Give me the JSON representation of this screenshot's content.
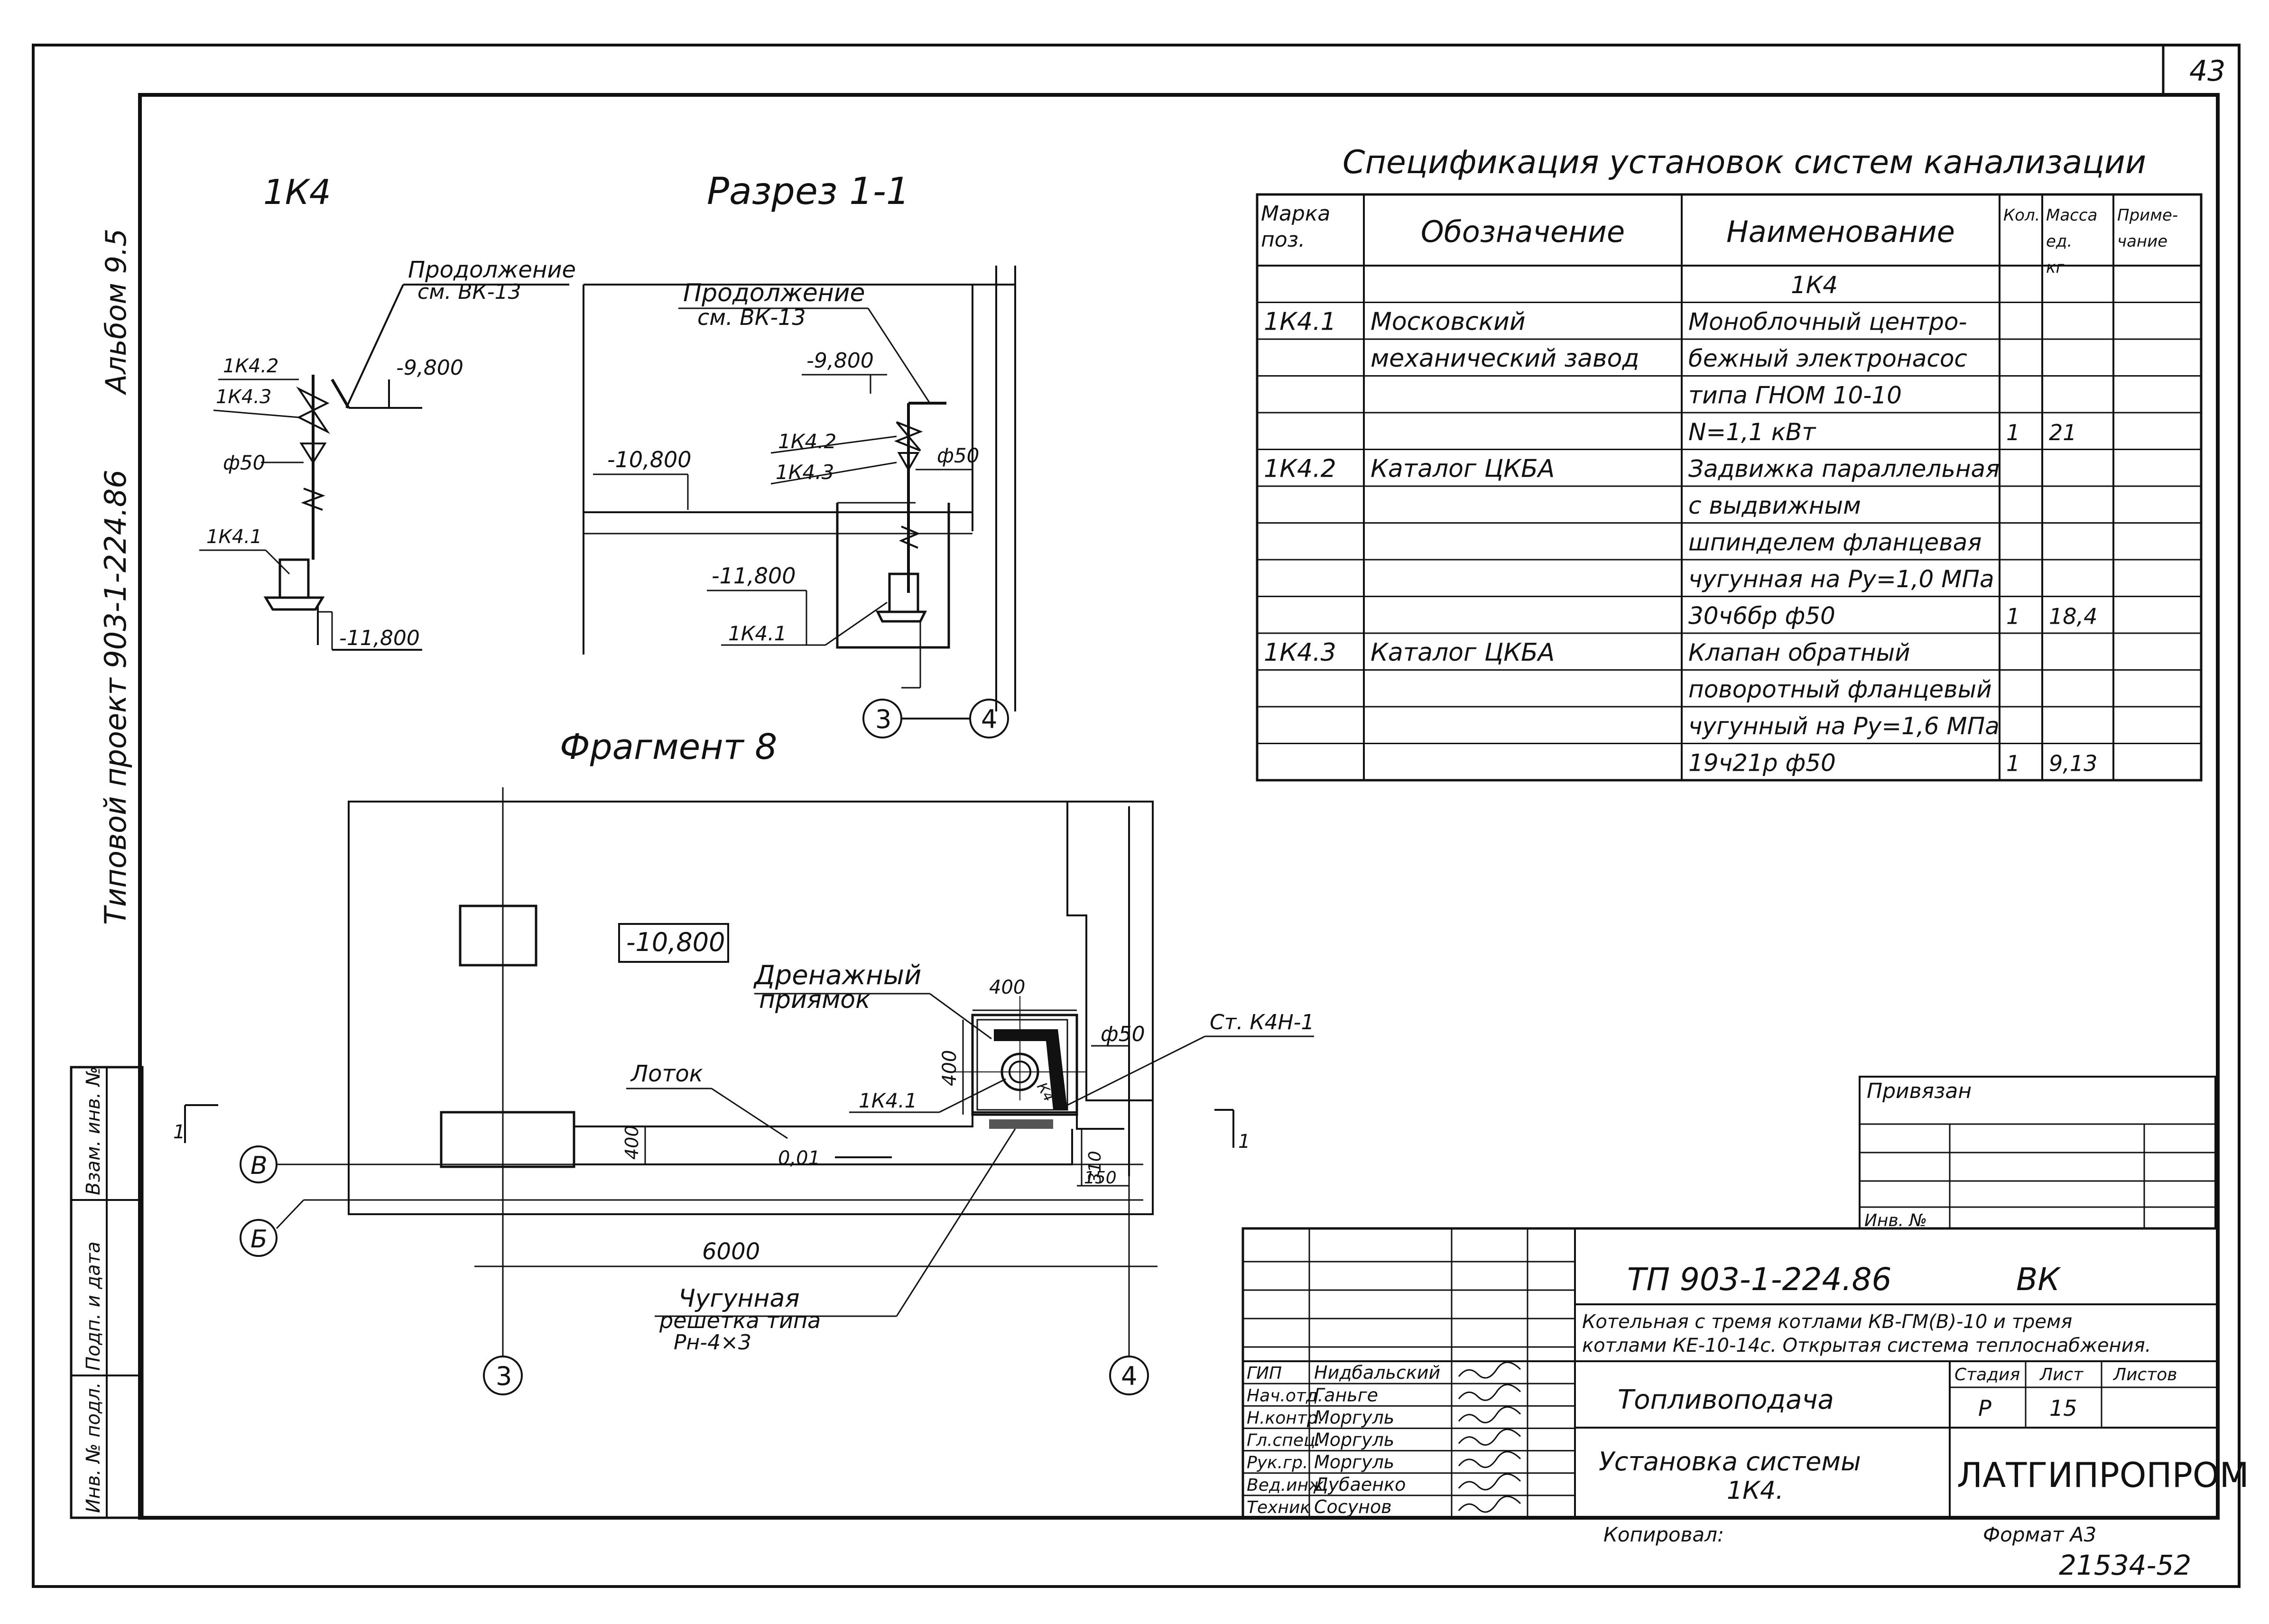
{
  "sheet": {
    "page_number": "43",
    "album": "Альбом 9.5",
    "project": "Типовой проект 903-1-224.86"
  },
  "left_stamp": {
    "inv_orig": "Инв. № подл.",
    "sign_date": "Подп. и дата",
    "vzam_inv": "Взам. инв. №"
  },
  "view_1k4": {
    "title": "1К4",
    "continuation": "Продолжение",
    "continuation_ref": "см. ВК-13",
    "level_top": "-9,800",
    "level_bottom": "-11,800",
    "labels": [
      "1К4.2",
      "1К4.3",
      "ф50",
      "1К4.1"
    ]
  },
  "section_1_1": {
    "title": "Разрез 1-1",
    "continuation": "Продолжение",
    "continuation_ref": "см. ВК-13",
    "level_top": "-9,800",
    "level_floor": "-10,800",
    "level_pit": "-11,800",
    "labels": [
      "1К4.2",
      "1К4.3",
      "ф50",
      "1К4.1"
    ],
    "axis_3": "3",
    "axis_4": "4"
  },
  "fragment_8": {
    "title": "Фрагмент 8",
    "level": "-10,800",
    "pit_label_1": "Дренажный",
    "pit_label_2": "приямок",
    "dim_400_a": "400",
    "dim_400_b": "400",
    "pipe_d": "ф50",
    "riser": "Ст. К4Н-1",
    "tray": "Лоток",
    "pump": "1К4.1",
    "pump_short": "К4",
    "dim_400_c": "400",
    "slope": "0,01",
    "dim_310": "310",
    "dim_150": "150",
    "axis_V": "В",
    "axis_B": "Б",
    "dim_6000": "6000",
    "axis_3": "3",
    "axis_4": "4",
    "grate_1": "Чугунная",
    "grate_2": "решетка типа",
    "grate_3": "Рн-4×3",
    "section_mark_left": "1",
    "section_mark_right": "1"
  },
  "spec": {
    "title": "Спецификация установок систем канализации",
    "headers": [
      "Марка поз.",
      "Обозначение",
      "Наименование",
      "Кол.",
      "Масса ед. кг",
      "Приме- чание"
    ],
    "rows": [
      [
        "",
        "",
        "1К4",
        "",
        "",
        ""
      ],
      [
        "1К4.1",
        "Московский",
        "Моноблочный центро-",
        "",
        "",
        ""
      ],
      [
        "",
        "механический завод",
        "бежный электронасос",
        "",
        "",
        ""
      ],
      [
        "",
        "",
        "типа ГНОМ 10-10",
        "",
        "",
        ""
      ],
      [
        "",
        "",
        "N=1,1 кВт",
        "1",
        "21",
        ""
      ],
      [
        "1К4.2",
        "Каталог ЦКБА",
        "Задвижка параллельная",
        "",
        "",
        ""
      ],
      [
        "",
        "",
        "с выдвижным",
        "",
        "",
        ""
      ],
      [
        "",
        "",
        "шпинделем фланцевая",
        "",
        "",
        ""
      ],
      [
        "",
        "",
        "чугунная на Ру=1,0 МПа",
        "",
        "",
        ""
      ],
      [
        "",
        "",
        "30ч6бр ф50",
        "1",
        "18,4",
        ""
      ],
      [
        "1К4.3",
        "Каталог ЦКБА",
        "Клапан обратный",
        "",
        "",
        ""
      ],
      [
        "",
        "",
        "поворотный фланцевый",
        "",
        "",
        ""
      ],
      [
        "",
        "",
        "чугунный на Ру=1,6 МПа",
        "",
        "",
        ""
      ],
      [
        "",
        "",
        "19ч21р ф50",
        "1",
        "9,13",
        ""
      ]
    ]
  },
  "privyazan": {
    "label": "Привязан",
    "inv_label": "Инв. №"
  },
  "title_block": {
    "code": "ТП 903-1-224.86",
    "mark": "ВК",
    "desc_1": "Котельная с тремя котлами КВ-ГМ(В)-10 и тремя",
    "desc_2": "котлами КЕ-10-14с. Открытая система теплоснабжения.",
    "section": "Топливоподача",
    "stage_label": "Стадия",
    "sheet_label": "Лист",
    "sheets_label": "Листов",
    "stage": "Р",
    "sheet": "15",
    "drawing_title_1": "Установка системы",
    "drawing_title_2": "1К4.",
    "org": "ЛАТГИПРОПРОМ",
    "roles": [
      {
        "role": "ГИП",
        "name": "Нидбальский"
      },
      {
        "role": "Нач.отд.",
        "name": "Ганьге"
      },
      {
        "role": "Н.контр.",
        "name": "Моргуль"
      },
      {
        "role": "Гл.спец.",
        "name": "Моргуль"
      },
      {
        "role": "Рук.гр.",
        "name": "Моргуль"
      },
      {
        "role": "Вед.инж.",
        "name": "Дубаенко"
      },
      {
        "role": "Техник",
        "name": "Сосунов"
      }
    ],
    "copied": "Копировал:",
    "format": "Формат А3",
    "doc_number": "21534-52"
  }
}
